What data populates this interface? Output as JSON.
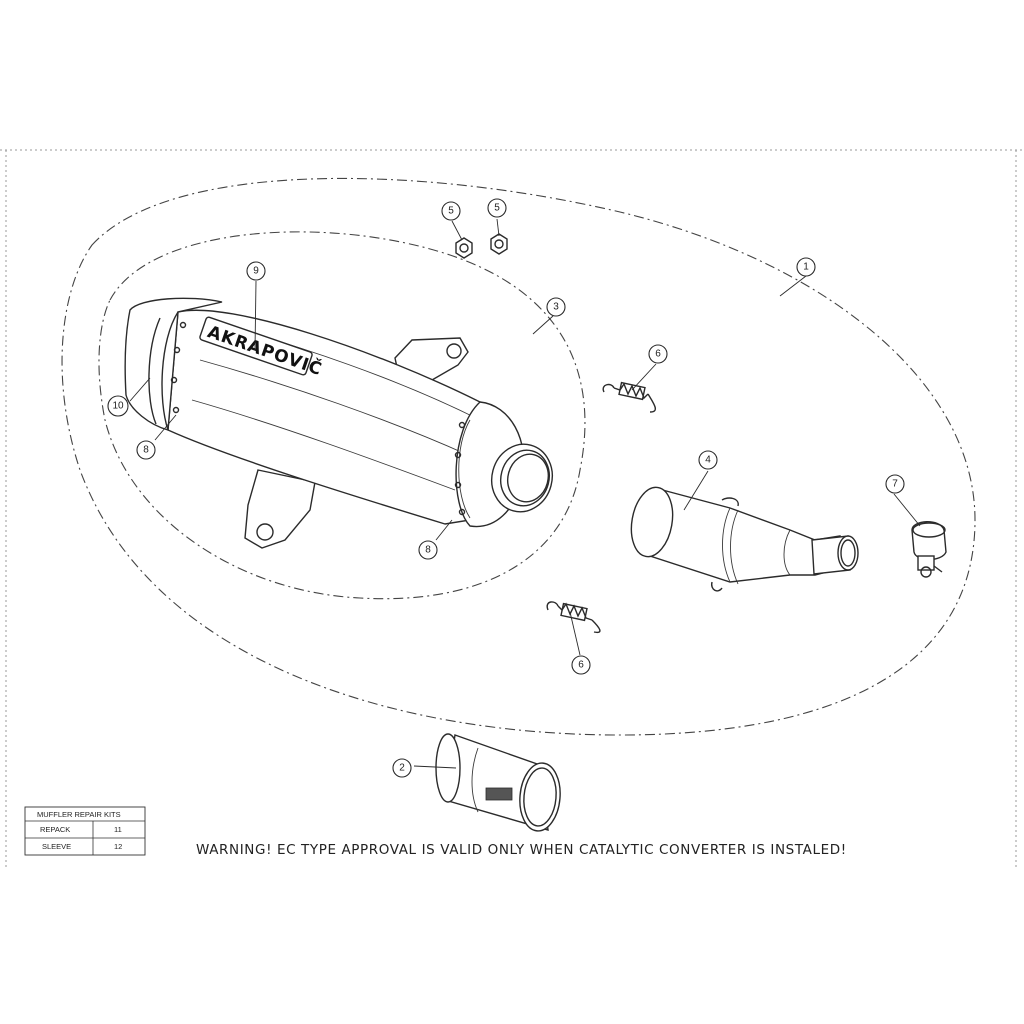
{
  "callouts": [
    {
      "id": "callout-1",
      "label": "1"
    },
    {
      "id": "callout-2",
      "label": "2"
    },
    {
      "id": "callout-3",
      "label": "3"
    },
    {
      "id": "callout-4",
      "label": "4"
    },
    {
      "id": "callout-5a",
      "label": "5"
    },
    {
      "id": "callout-5b",
      "label": "5"
    },
    {
      "id": "callout-6a",
      "label": "6"
    },
    {
      "id": "callout-6b",
      "label": "6"
    },
    {
      "id": "callout-7",
      "label": "7"
    },
    {
      "id": "callout-8a",
      "label": "8"
    },
    {
      "id": "callout-8b",
      "label": "8"
    },
    {
      "id": "callout-9",
      "label": "9"
    },
    {
      "id": "callout-10",
      "label": "10"
    }
  ],
  "brand_logo": "AKRAPOVIČ",
  "repair_kits": {
    "title": "MUFFLER REPAIR KITS",
    "rows": [
      {
        "name": "REPACK",
        "number": "11"
      },
      {
        "name": "SLEEVE",
        "number": "12"
      }
    ]
  },
  "warning": "WARNING! EC TYPE APPROVAL IS VALID ONLY WHEN CATALYTIC CONVERTER IS INSTALED!"
}
